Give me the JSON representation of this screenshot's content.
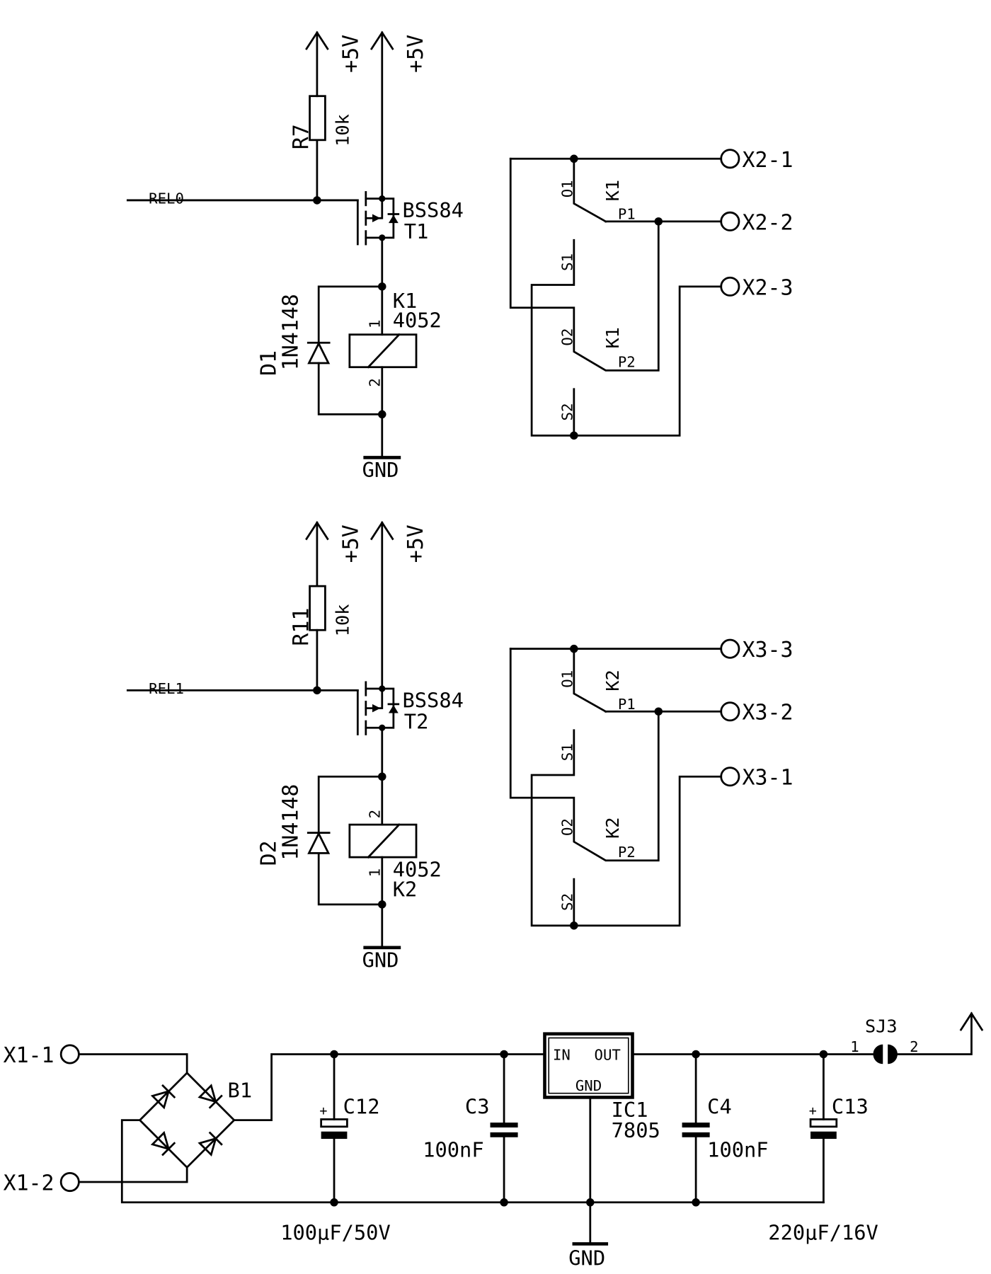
{
  "stages": [
    {
      "supply_left": "+5V",
      "supply_right": "+5V",
      "resistor_ref": "R7",
      "resistor_value": "10k",
      "signal": "REL0",
      "transistor_type": "BSS84",
      "transistor_ref": "T1",
      "diode_ref": "D1",
      "diode_type": "1N4148",
      "coil_ref": "K1",
      "coil_type": "4052",
      "coil_pin_top": "1",
      "coil_pin_bottom": "2",
      "ground": "GND",
      "contacts": {
        "relay_1": "K1",
        "relay_2": "K1",
        "o1": "O1",
        "s1": "S1",
        "p1": "P1",
        "o2": "O2",
        "s2": "S2",
        "p2": "P2"
      },
      "terminals": [
        "X2-1",
        "X2-2",
        "X2-3"
      ]
    },
    {
      "supply_left": "+5V",
      "supply_right": "+5V",
      "resistor_ref": "R11",
      "resistor_value": "10k",
      "signal": "REL1",
      "transistor_type": "BSS84",
      "transistor_ref": "T2",
      "diode_ref": "D2",
      "diode_type": "1N4148",
      "coil_ref": "K2",
      "coil_type": "4052",
      "coil_pin_top": "2",
      "coil_pin_bottom": "1",
      "ground": "GND",
      "contacts": {
        "relay_1": "K2",
        "relay_2": "K2",
        "o1": "O1",
        "s1": "S1",
        "p1": "P1",
        "o2": "O2",
        "s2": "S2",
        "p2": "P2"
      },
      "terminals": [
        "X3-3",
        "X3-2",
        "X3-1"
      ]
    }
  ],
  "power_supply": {
    "input_terminals": [
      "X1-1",
      "X1-2"
    ],
    "bridge_ref": "B1",
    "c12_ref": "C12",
    "c12_polarity": "+",
    "c12_value": "100µF/50V",
    "c3_ref": "C3",
    "c3_value": "100nF",
    "regulator_ref": "IC1",
    "regulator_type": "7805",
    "regulator_pins": {
      "in": "IN",
      "out": "OUT",
      "gnd": "GND"
    },
    "c4_ref": "C4",
    "c4_value": "100nF",
    "c13_ref": "C13",
    "c13_polarity": "+",
    "c13_value": "220µF/16V",
    "jumper_ref": "SJ3",
    "jumper_pin_1": "1",
    "jumper_pin_2": "2",
    "ground": "GND"
  }
}
